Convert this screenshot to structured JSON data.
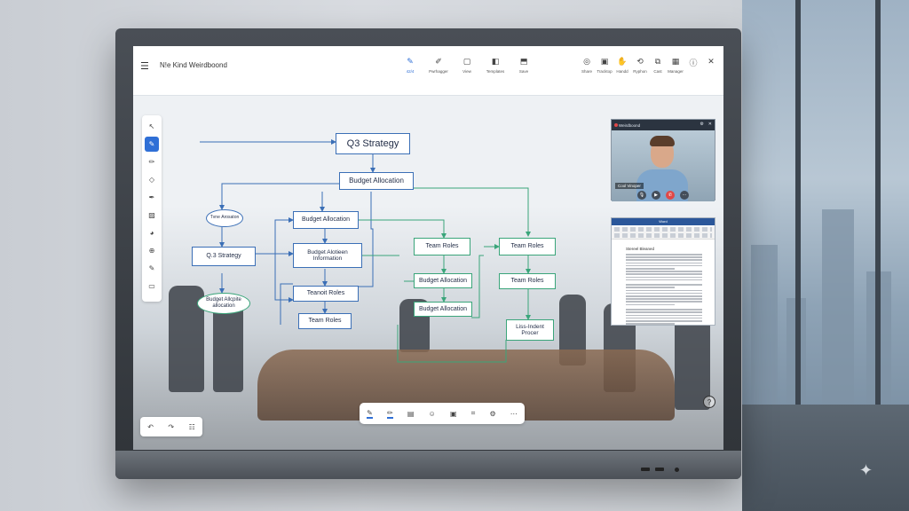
{
  "app": {
    "title": "N!e Kind Weirdboond"
  },
  "toolbar": {
    "center": [
      {
        "label": "42/4",
        "icon": "pen-icon",
        "active": true
      },
      {
        "label": "Pwrhagger",
        "icon": "brush-icon"
      },
      {
        "label": "View",
        "icon": "shape-icon"
      },
      {
        "label": "Templates",
        "icon": "template-icon"
      },
      {
        "label": "Save",
        "icon": "save-icon"
      }
    ],
    "right": [
      {
        "label": "Share",
        "icon": "share-icon"
      },
      {
        "label": "Tracktop",
        "icon": "screen-icon"
      },
      {
        "label": "Handd",
        "icon": "hand-icon"
      },
      {
        "label": "Ryphon",
        "icon": "sync-icon"
      },
      {
        "label": "Cast",
        "icon": "cast-icon"
      },
      {
        "label": "Manager",
        "icon": "grid-icon"
      },
      {
        "label": "",
        "icon": "info-icon"
      },
      {
        "label": "",
        "icon": "close-icon"
      }
    ]
  },
  "palette": {
    "tools": [
      "pointer-icon",
      "pen-icon",
      "marker-icon",
      "eraser-icon",
      "highlighter-icon",
      "image-icon",
      "palette-icon",
      "add-icon",
      "pencil-icon",
      "folder-icon"
    ],
    "active_index": 1
  },
  "diagram": {
    "nodes": {
      "q3_strategy_main": "Q3 Strategy",
      "budget_allocation_top": "Budget Allocation",
      "budget_allocation_left": "Budget Allocation",
      "budget_alloc_info": "Budget Alotieen Information",
      "teamoit_roles": "Teanoit Roles",
      "team_roles_left": "Team Roles",
      "q3_strategy_side": "Q.3 Strategy",
      "ellipse_top": "Tvne Arosaton",
      "ellipse_bottom": "Budget Allcpite allocation",
      "team_roles_mid": "Team Roles",
      "budget_allocation_mid": "Budget Allocation",
      "budget_allocation_mid2": "Budget Allocation",
      "team_roles_right1": "Team Roles",
      "team_roles_right2": "Team Roles",
      "liss_indent": "Liss-Indent Procer"
    }
  },
  "video_call": {
    "title": "Weirdboond",
    "name_tag": "Cool Vinoper",
    "controls": [
      "mic-icon",
      "camera-icon",
      "end-call-icon",
      "more-icon"
    ]
  },
  "document": {
    "title": "Word",
    "heading": "Stereel Bleaned"
  },
  "undo_bar": {
    "items": [
      "undo-icon",
      "redo-icon",
      "layout-icon"
    ]
  },
  "bottom_tools": {
    "items": [
      "pen-icon",
      "marker-icon",
      "shapes-icon",
      "emoji-icon",
      "screen-icon",
      "text-icon",
      "settings-icon",
      "more-icon"
    ]
  },
  "help": {
    "label": "?"
  },
  "colors": {
    "accent": "#2f6fd6",
    "blue_node": "#3b6fb6",
    "green_node": "#3aa57a",
    "end_call": "#e04848"
  }
}
